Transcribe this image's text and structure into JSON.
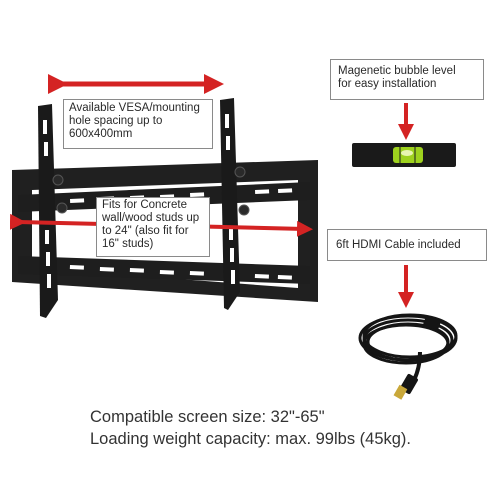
{
  "callouts": {
    "vesa": "Available VESA/mounting\nhole spacing up to\n600x400mm",
    "studs": "Fits for Concrete\nwall/wood studs up\nto 24\" (also fit for\n16\" studs)",
    "level": "Magenetic bubble level\nfor easy installation",
    "hdmi": "6ft HDMI Cable included"
  },
  "footer": {
    "line1": "Compatible screen size: 32\"-65\"",
    "line2": "Loading weight capacity: max. 99lbs (45kg)."
  },
  "colors": {
    "arrow": "#d42323",
    "mount": "#1e1e1e",
    "text": "#333333",
    "border": "#8a8a8a"
  }
}
